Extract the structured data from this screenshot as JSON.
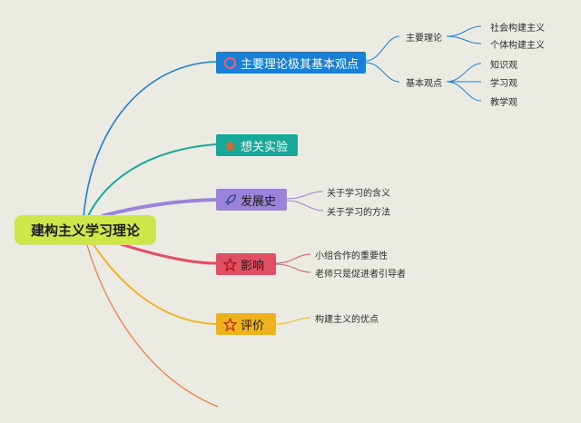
{
  "root": {
    "label": "建构主义学习理论"
  },
  "branches": [
    {
      "label": "主要理论极其基本观点",
      "icon": "circle-icon",
      "color": "#1a7fd6",
      "groups": [
        {
          "label": "主要理论",
          "items": [
            "社会构建主义",
            "个体构建主义"
          ]
        },
        {
          "label": "基本观点",
          "items": [
            "知识观",
            "学习观",
            "教学观"
          ]
        }
      ]
    },
    {
      "label": "想关实验",
      "icon": "star-filled-icon",
      "color": "#17a89a",
      "items": []
    },
    {
      "label": "发展史",
      "icon": "rocket-icon",
      "color": "#9b82da",
      "items": [
        "关于学习的含义",
        "关于学习的方法"
      ]
    },
    {
      "label": "影响",
      "icon": "star-outline-icon",
      "color": "#e04f63",
      "items": [
        "小组合作的重要性",
        "老师只是促进者引导者"
      ]
    },
    {
      "label": "评价",
      "icon": "star-outline-icon",
      "color": "#eeb21e",
      "items": [
        "构建主义的优点"
      ]
    }
  ],
  "colors": {
    "extra_line": "#ef7c44",
    "background": "#ecebe3"
  }
}
